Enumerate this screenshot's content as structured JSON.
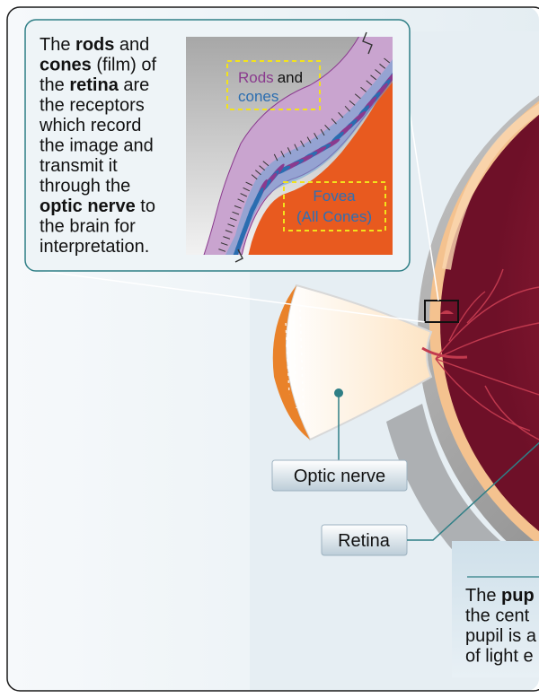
{
  "callout": {
    "lines": [
      [
        {
          "t": "The ",
          "b": false
        },
        {
          "t": "rods",
          "b": true
        },
        {
          "t": " and",
          "b": false
        }
      ],
      [
        {
          "t": "cones",
          "b": true
        },
        {
          "t": " (film) of",
          "b": false
        }
      ],
      [
        {
          "t": "the ",
          "b": false
        },
        {
          "t": "retina",
          "b": true
        },
        {
          "t": " are",
          "b": false
        }
      ],
      [
        {
          "t": "the receptors",
          "b": false
        }
      ],
      [
        {
          "t": "which record",
          "b": false
        }
      ],
      [
        {
          "t": "the image and",
          "b": false
        }
      ],
      [
        {
          "t": "transmit it",
          "b": false
        }
      ],
      [
        {
          "t": "through the",
          "b": false
        }
      ],
      [
        {
          "t": "optic nerve",
          "b": true
        },
        {
          "t": " to",
          "b": false
        }
      ],
      [
        {
          "t": "the brain for",
          "b": false
        }
      ],
      [
        {
          "t": "interpretation.",
          "b": false
        }
      ]
    ]
  },
  "inset": {
    "rods_word": "Rods",
    "and_word": "and",
    "cones_word": "cones",
    "fovea_line1": "Fovea",
    "fovea_line2": "(All Cones)"
  },
  "labels": {
    "optic_nerve": "Optic nerve",
    "retina": "Retina"
  },
  "bottom_callout": {
    "lines": [
      [
        {
          "t": "The ",
          "b": false
        },
        {
          "t": "pup",
          "b": true
        }
      ],
      [
        {
          "t": "the cent",
          "b": false
        }
      ],
      [
        {
          "t": "pupil is a",
          "b": false
        }
      ],
      [
        {
          "t": "of light e",
          "b": false
        }
      ]
    ]
  },
  "colors": {
    "rods": "#8a3a8e",
    "cones": "#2a6db0",
    "fovea_text": "#2d6fb5",
    "dashed_box": "#f2e21c",
    "panel_border": "#2f7f86",
    "retina_orange": "#e85a1f",
    "eye_interior": "#8e1c36"
  }
}
